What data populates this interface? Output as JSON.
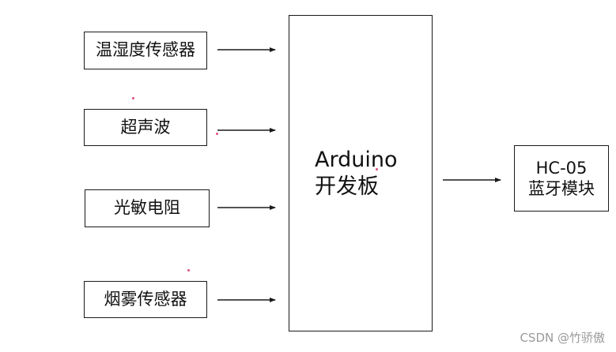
{
  "sensors": [
    {
      "label": "温湿度传感器"
    },
    {
      "label": "超声波"
    },
    {
      "label": "光敏电阻"
    },
    {
      "label": "烟雾传感器"
    }
  ],
  "board": {
    "line1": "Arduino",
    "line2": "开发板"
  },
  "bluetooth": {
    "line1": "HC-05",
    "line2": "蓝牙模块"
  },
  "watermark": "CSDN @竹骄傲",
  "colors": {
    "stroke": "#1a1a1a",
    "background": "#ffffff",
    "watermark": "#9a9a9a"
  }
}
